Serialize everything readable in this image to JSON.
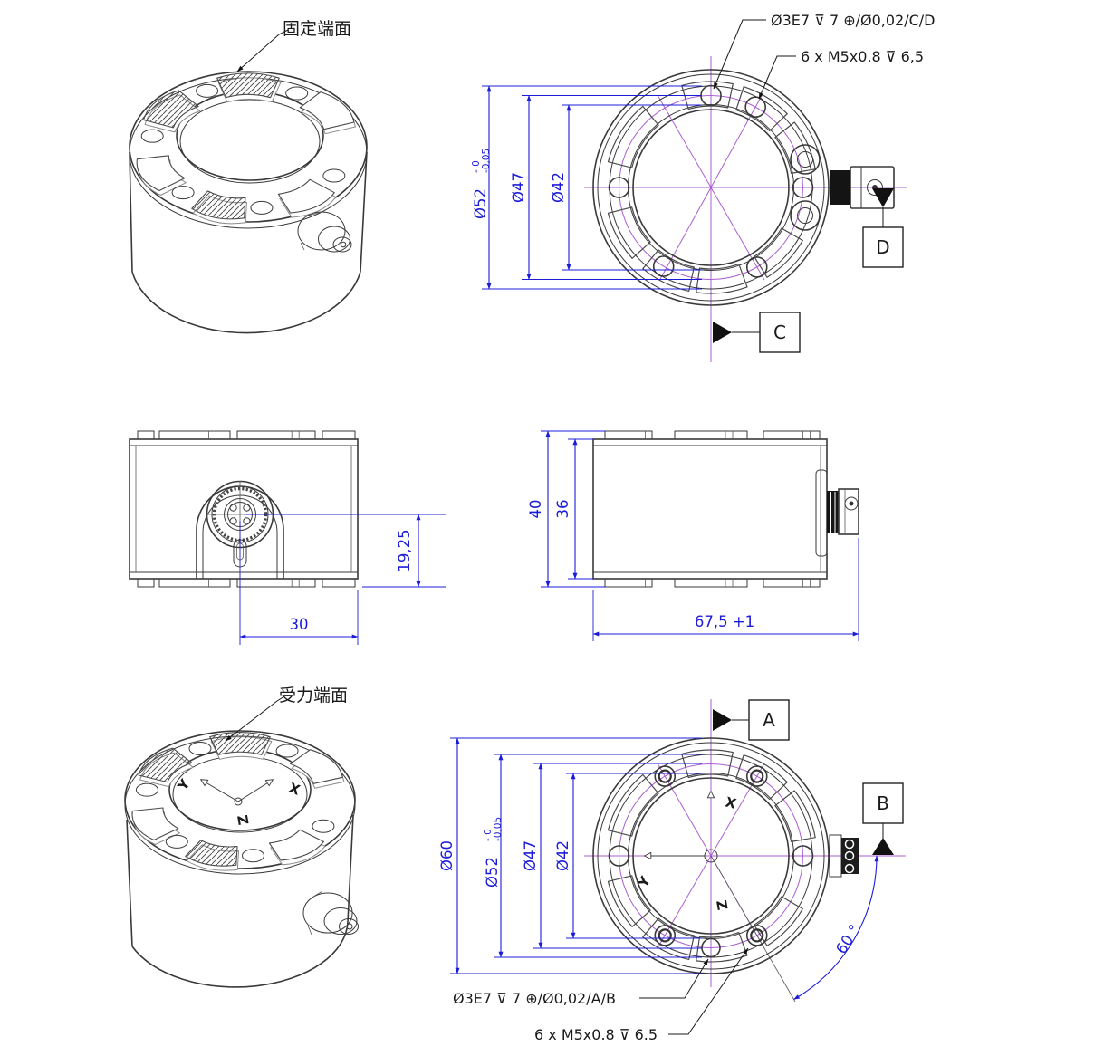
{
  "colors": {
    "dimension_blue": "#1c1cd8",
    "centerline_purple": "#ab5fd2",
    "drawing_gray": "#3a3a3a",
    "datum_black": "#111111"
  },
  "labels": {
    "fixed_face": "固定端面",
    "load_face": "受力端面"
  },
  "top_view": {
    "callout_dowel": "Ø3E7 ⊽ 7 ⊕/Ø0,02/C/D",
    "callout_thread": "6 x M5x0.8 ⊽ 6,5",
    "dim_d52": "Ø52",
    "dim_d52_tol_upper": "- 0",
    "dim_d52_tol_lower": "-0,05",
    "dim_d47": "Ø47",
    "dim_d42": "Ø42",
    "datum_c": "C",
    "datum_d": "D"
  },
  "front_view": {
    "dim_connector_height": "19,25",
    "dim_connector_offset": "30"
  },
  "side_view": {
    "dim_height_overall": "40",
    "dim_height_body": "36",
    "dim_length": "67,5 +1"
  },
  "iso_view": {
    "axis_x": "X",
    "axis_y": "Y",
    "axis_z": "Z"
  },
  "bottom_view": {
    "callout_dowel": "Ø3E7 ⊽ 7 ⊕/Ø0,02/A/B",
    "callout_thread": "6 x M5x0.8 ⊽ 6.5",
    "dim_d60": "Ø60",
    "dim_d52": "Ø52",
    "dim_d52_tol_upper": "- 0",
    "dim_d52_tol_lower": "-0,05",
    "dim_d47": "Ø47",
    "dim_d42": "Ø42",
    "dim_angle": "60 °",
    "datum_a": "A",
    "datum_b": "B",
    "axis_x": "X",
    "axis_y": "Y",
    "axis_z": "Z"
  }
}
